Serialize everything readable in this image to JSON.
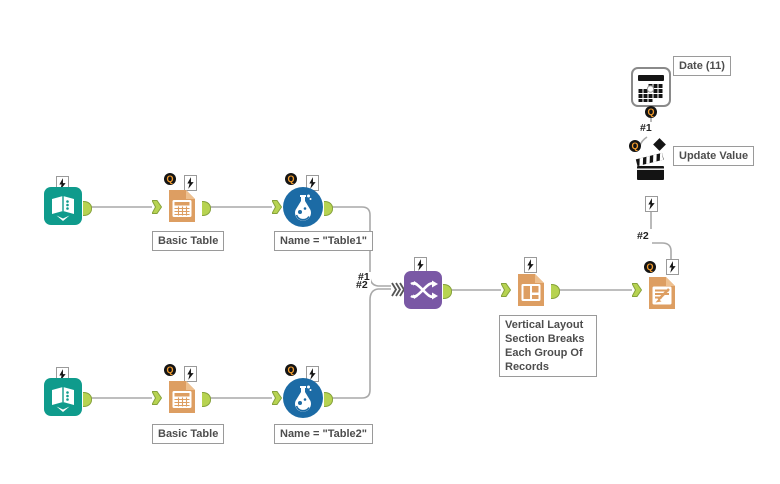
{
  "colors": {
    "canvas-bg": "#ffffff",
    "teal": "#0f9b8c",
    "orange": "#dd9e62",
    "fold": "#eec08f",
    "blue": "#1c6ba5",
    "purple": "#7a58a5",
    "anchor-fill": "#b7d351",
    "anchor-stroke": "#86a23c",
    "wire": "#a9a9a9",
    "box-border": "#9a9a9a",
    "annotation-text": "#4d4d4d",
    "q-orange": "#f29c2e"
  },
  "annotations": {
    "basic_table_1": "Basic Table",
    "formula_1": "Name = \"Table1\"",
    "basic_table_2": "Basic Table",
    "formula_2": "Name = \"Table2\"",
    "layout": {
      "line1": "Vertical Layout",
      "line2": "Section Breaks",
      "line3": "Each Group Of",
      "line4": "Records"
    },
    "date": "Date (11)",
    "action": "Update Value"
  },
  "connection_labels": {
    "union_input_1": "#1",
    "union_input_2": "#2",
    "date_to_action": "#1",
    "action_to_render": "#2"
  },
  "badges": {
    "question": "Q"
  }
}
